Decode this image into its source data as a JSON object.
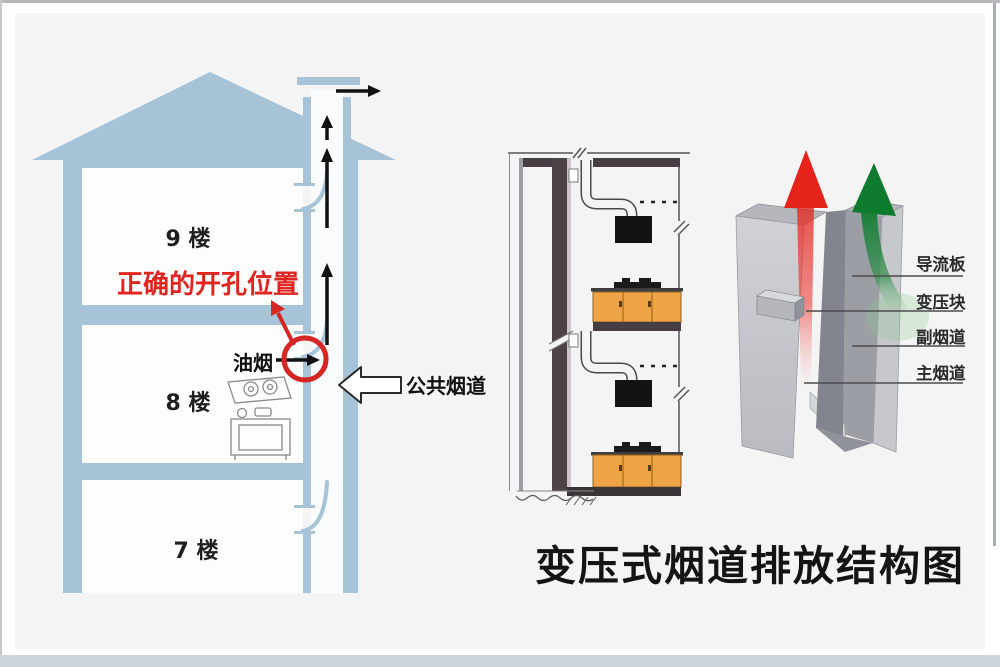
{
  "title": "变压式烟道排放结构图",
  "colors": {
    "house_blue": "#a6c3d8",
    "highlight_red": "#d42723",
    "note_red": "#e02420",
    "cabinet_orange": "#efa446",
    "wall_dark": "#463e43",
    "flow_arrow_red": "#e5231b",
    "flow_arrow_green": "#0e7a2e",
    "panel_gray": "#c6c8cc",
    "background_gray": "#f4f4f5"
  },
  "left_diagram": {
    "floor_9": "9 楼",
    "floor_8": "8 楼",
    "floor_7": "7 楼",
    "correct_hole_note": "正确的开孔位置",
    "fume_label": "油烟",
    "shared_flue_label": "公共烟道"
  },
  "right_diagram": {
    "labels": {
      "guide_plate": "导流板",
      "pressure_block": "变压块",
      "secondary_flue": "副烟道",
      "main_flue": "主烟道"
    }
  }
}
